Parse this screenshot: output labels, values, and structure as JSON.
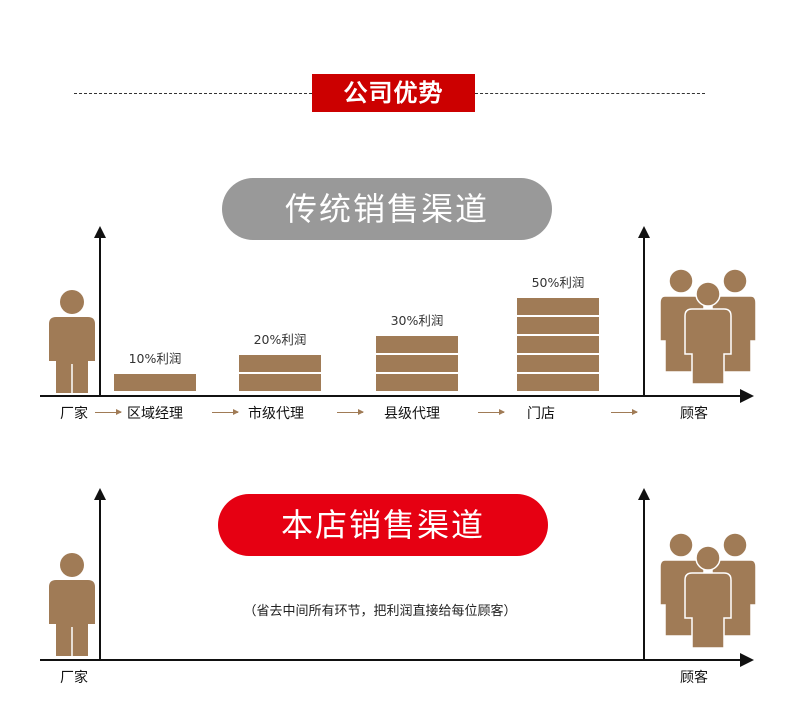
{
  "header": {
    "title": "公司优势"
  },
  "colors": {
    "brown": "#a07b56",
    "red": "#e60012",
    "title_red": "#cc0000",
    "gray": "#999999"
  },
  "traditional": {
    "title": "传统销售渠道",
    "start": "厂家",
    "end": "顾客",
    "stages": [
      {
        "label": "区域经理",
        "profit": "10%利润",
        "profit_value": 10
      },
      {
        "label": "市级代理",
        "profit": "20%利润",
        "profit_value": 20
      },
      {
        "label": "县级代理",
        "profit": "30%利润",
        "profit_value": 30
      },
      {
        "label": "门店",
        "profit": "50%利润",
        "profit_value": 50
      }
    ]
  },
  "ours": {
    "title": "本店销售渠道",
    "start": "厂家",
    "end": "顾客",
    "note": "（省去中间所有环节，把利润直接给每位顾客）"
  },
  "icons": [
    "person-icon",
    "group-icon",
    "arrow-right-icon",
    "arrow-up-icon"
  ]
}
